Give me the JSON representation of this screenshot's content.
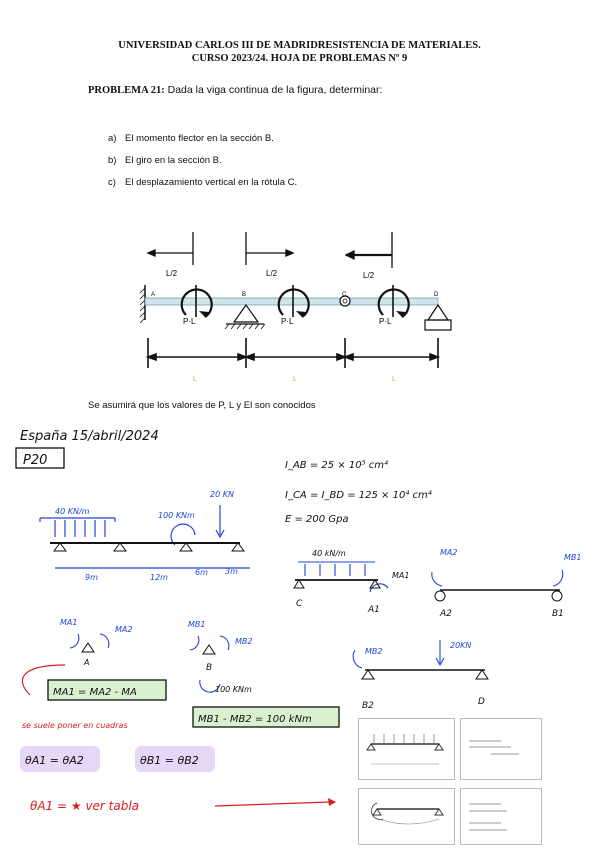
{
  "header": {
    "line1": "UNIVERSIDAD CARLOS III DE MADRIDRESISTENCIA DE MATERIALES.",
    "line2": "CURSO 2023/24. HOJA DE PROBLEMAS Nº 9"
  },
  "problem": {
    "label": "PROBLEMA 21:",
    "statement": " Dada la viga continua de la figura, determinar:",
    "questions": [
      {
        "letter": "a)",
        "text": "El momento flector en la sección B."
      },
      {
        "letter": "b)",
        "text": "El giro en la sección B."
      },
      {
        "letter": "c)",
        "text": "El desplazamiento vertical en la rótula C."
      }
    ]
  },
  "figure": {
    "dims_top": [
      "L/2",
      "L/2",
      "L/2"
    ],
    "node_labels": [
      "A",
      "B",
      "C",
      "D"
    ],
    "moment_labels": [
      "P·L",
      "P·L",
      "P·L"
    ],
    "dims_bottom": [
      "L",
      "L",
      "L"
    ]
  },
  "assumption": "Se asumirá que los valores de P, L y El son conocidos",
  "notes": {
    "date": "España 15/abril/2024",
    "problem_tag": "P20",
    "i_ab": "I_AB = 25 × 10⁵ cm⁴",
    "i_cd": "I_CA = I_BD = 125 × 10⁴ cm⁴",
    "e": "E = 200 Gpa",
    "load_dist": "40 KN/m",
    "moment_100": "100 KNm",
    "load_20": "20 KN",
    "spans": [
      "9m",
      "12m",
      "6m",
      "3m"
    ],
    "sub_load": "40 kN/m",
    "ma1": "MA1",
    "ma2": "MA2",
    "mb1": "MB1",
    "mb2": "MB2",
    "node_c": "C",
    "node_a1": "A1",
    "node_a2": "A2",
    "node_b1": "B1",
    "node_b2": "B2",
    "node_d": "D",
    "node_a": "A",
    "node_b": "B",
    "sub_20": "20KN",
    "eq1": "MA1 = MA2 - MA",
    "eq2": "MB1 - MB2 = 100 kNm",
    "moment_100b": "100 KNm",
    "red_note": "se suele poner en cuadras",
    "theta_a": "θA1 = θA2",
    "theta_b": "θB1 = θB2",
    "theta_table": "θA1 = ★ ver tabla"
  },
  "colors": {
    "blue": "#1f47d6",
    "red": "#d81e1e",
    "black": "#111111",
    "beam": "#cfe3ea",
    "green_box": "#d9f1cf",
    "purple": "#e6d7f7"
  }
}
